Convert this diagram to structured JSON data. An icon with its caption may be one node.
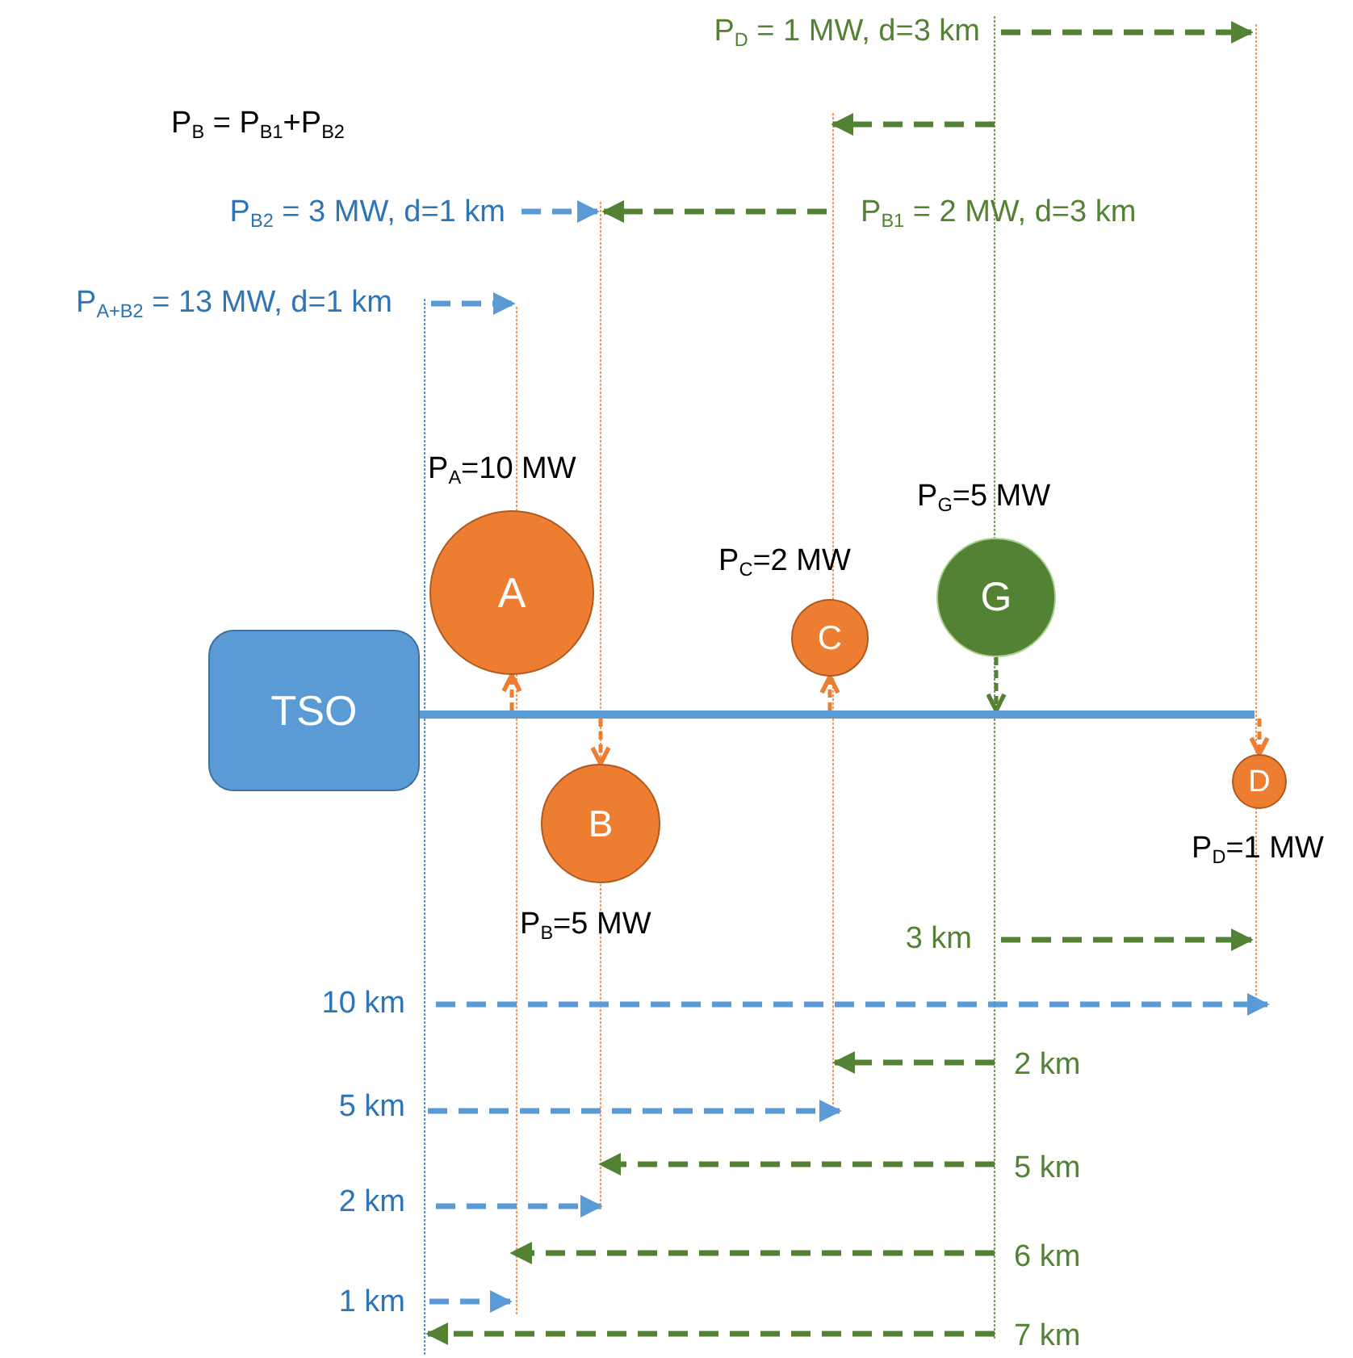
{
  "diagram": {
    "nodes": [
      {
        "text": [
          "TSO"
        ]
      },
      {
        "text": [
          "A"
        ],
        "beside": [
          "P$_{A}$=10 MW"
        ]
      },
      {
        "text": [
          "B"
        ],
        "beside": [
          "P$_{B}$=5 MW"
        ]
      },
      {
        "text": [
          "C"
        ],
        "beside": [
          "P$_{C}$=2 MW"
        ]
      },
      {
        "text": [
          "G"
        ],
        "beside": [
          "P$_{G}$=5 MW"
        ]
      },
      {
        "text": [
          "D"
        ],
        "beside": [
          "P$_{D}$=1 MW"
        ]
      },
      {
        "text": [],
        "shape": "bar"
      }
    ],
    "edges": [
      {
        "from": 6,
        "to": 1,
        "arrow": "to",
        "style": "dashed"
      },
      {
        "from": 6,
        "to": 2,
        "arrow": "to",
        "style": "dashed"
      },
      {
        "from": 6,
        "to": 3,
        "arrow": "to",
        "style": "dashed"
      },
      {
        "from": 4,
        "to": 6,
        "arrow": "to",
        "style": "dashed",
        "color": "#548235"
      },
      {
        "from": 6,
        "to": 5,
        "arrow": "to",
        "style": "dashed"
      }
    ],
    "labels": [
      "P$_{D}$ = 1 MW, d=3 km",
      "P$_{B}$ = P$_{B1}$+P$_{B2}$",
      "P$_{B2}$ = 3 MW, d=1 km",
      "P$_{B1}$ = 2 MW, d=3 km",
      "P$_{A+B2}$ = 13 MW, d=1 km",
      "3 km",
      "10 km",
      "2 km",
      "5 km",
      "5 km",
      "2 km",
      "6 km",
      "1 km",
      "7 km"
    ]
  }
}
